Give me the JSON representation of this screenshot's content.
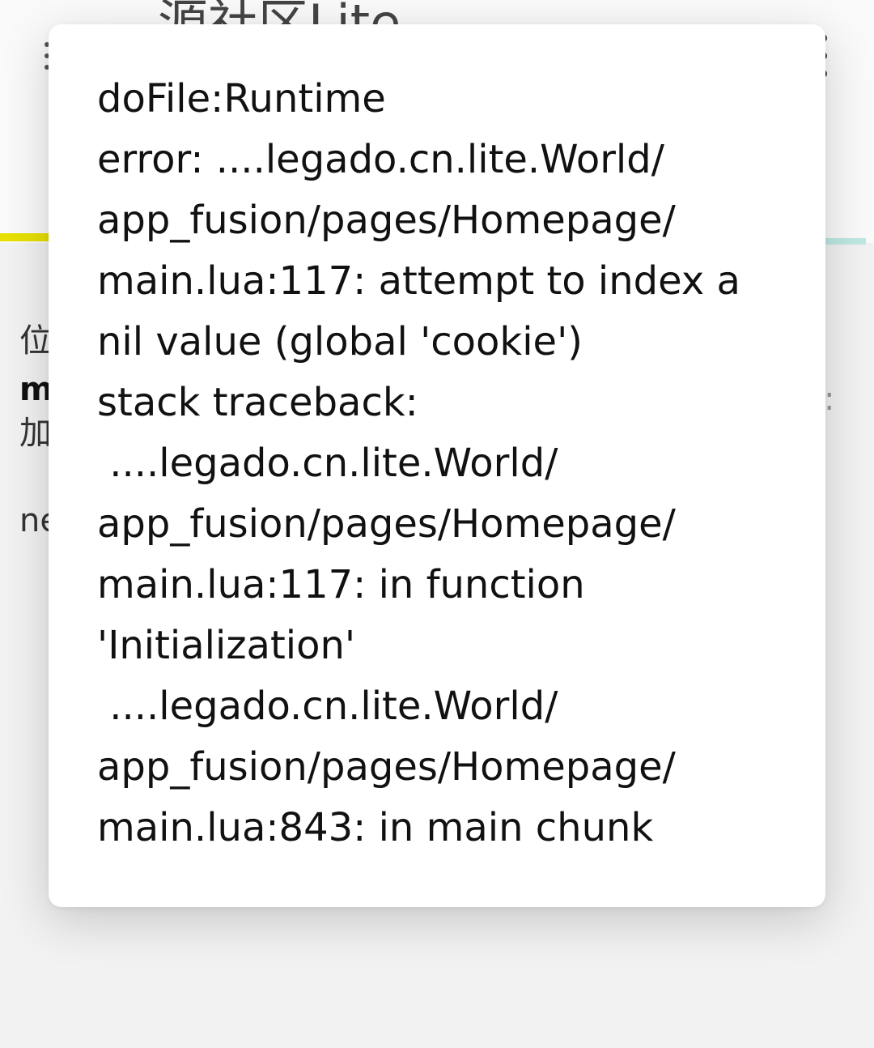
{
  "background": {
    "app_title": "源社区Lite",
    "side_text": ":",
    "text_fragments": [
      "位",
      "m",
      "加",
      "ne"
    ]
  },
  "dialog": {
    "message": "doFile:Runtime\nerror: ....legado.cn.lite.World/\napp_fusion/pages/Homepage/\nmain.lua:117: attempt to index a\nnil value (global 'cookie')\nstack traceback:\n ....legado.cn.lite.World/\napp_fusion/pages/Homepage/\nmain.lua:117: in function\n'Initialization'\n ....legado.cn.lite.World/\napp_fusion/pages/Homepage/\nmain.lua:843: in main chunk"
  }
}
